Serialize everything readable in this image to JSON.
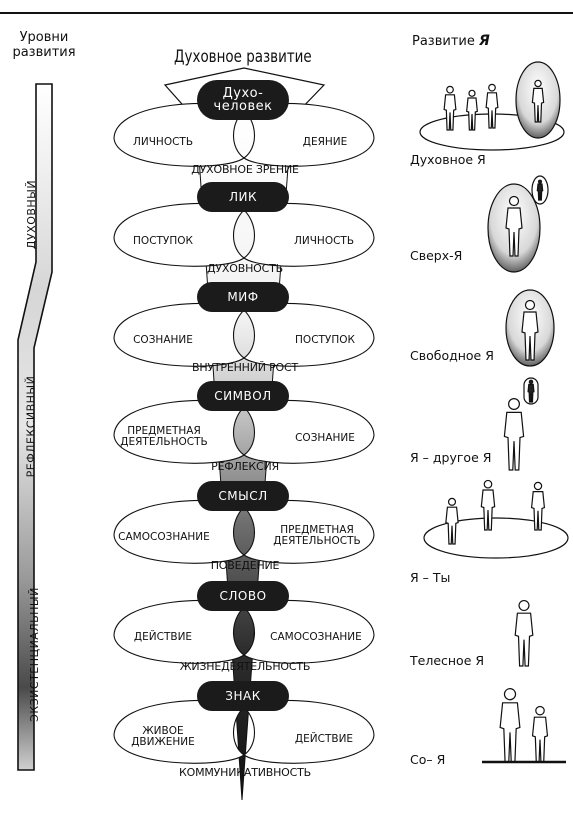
{
  "left": {
    "title": "Уровни развития",
    "bands": [
      "ДУХОВНЫЙ",
      "РЕФЛЕКСИВНЫЙ",
      "ЭКЗИСТЕНЦИАЛЬНЫЙ"
    ]
  },
  "center": {
    "title": "Духовное развитие",
    "nodes": [
      "Духо-\nчеловек",
      "ЛИК",
      "МИФ",
      "СИМВОЛ",
      "СМЫСЛ",
      "СЛОВО",
      "ЗНАК"
    ],
    "petals": [
      {
        "left": "ЛИЧНОСТЬ",
        "right": "ДЕЯНИЕ"
      },
      {
        "left": "ПОСТУПОК",
        "right": "ЛИЧНОСТЬ"
      },
      {
        "left": "СОЗНАНИЕ",
        "right": "ПОСТУПОК"
      },
      {
        "left": "ПРЕДМЕТНАЯ\nДЕЯТЕЛЬНОСТЬ",
        "right": "СОЗНАНИЕ"
      },
      {
        "left": "САМОСОЗНАНИЕ",
        "right": "ПРЕДМЕТНАЯ\nДЕЯТЕЛЬНОСТЬ"
      },
      {
        "left": "ДЕЙСТВИЕ",
        "right": "САМОСОЗНАНИЕ"
      },
      {
        "left": "ЖИВОЕ\nДВИЖЕНИЕ",
        "right": "ДЕЙСТВИЕ"
      }
    ],
    "levels": [
      "ДУХОВНОЕ ЗРЕНИЕ",
      "ДУХОВНОСТЬ",
      "ВНУТРЕННИЙ РОСТ",
      "РЕФЛЕКСИЯ",
      "ПОВЕДЕНИЕ",
      "ЖИЗНЕДЕЯТЕЛЬНОСТЬ",
      "КОММУНИКАТИВНОСТЬ"
    ]
  },
  "right": {
    "title_prefix": "Развитие",
    "title_symbol": "Я",
    "stages": [
      "Духовное Я",
      "Сверх-Я",
      "Свободное Я",
      "Я – другое Я",
      "Я – Ты",
      "Телесное Я",
      "Со– Я"
    ]
  },
  "colors": {
    "ink": "#111111",
    "node_fill": "#1b1b1b",
    "paper": "#ffffff"
  }
}
